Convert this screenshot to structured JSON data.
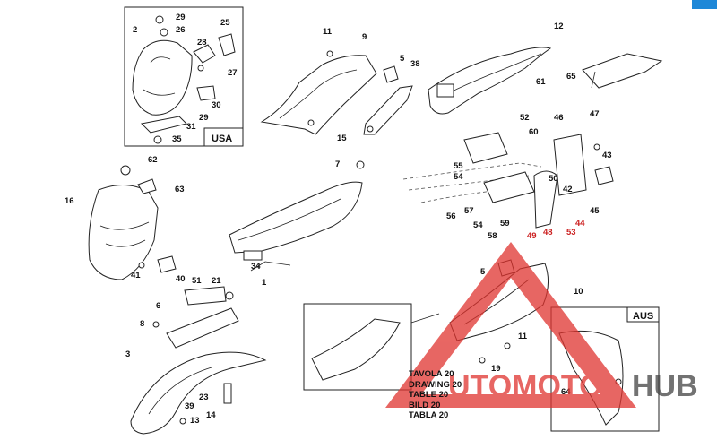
{
  "diagram": {
    "callouts": [
      "1",
      "2",
      "3",
      "5",
      "6",
      "7",
      "8",
      "9",
      "10",
      "11",
      "12",
      "13",
      "14",
      "15",
      "16",
      "19",
      "21",
      "23",
      "25",
      "26",
      "27",
      "28",
      "29",
      "30",
      "31",
      "34",
      "35",
      "38",
      "39",
      "40",
      "41",
      "42",
      "43",
      "44",
      "45",
      "46",
      "47",
      "48",
      "49",
      "50",
      "51",
      "52",
      "53",
      "54",
      "55",
      "56",
      "57",
      "58",
      "59",
      "60",
      "61",
      "62",
      "63",
      "64",
      "65"
    ],
    "regions": {
      "usa": "USA",
      "aus": "AUS"
    },
    "table_titles": [
      "TAVOLA 20",
      "DRAWING 20",
      "TABLE 20",
      "BILD 20",
      "TABLA 20"
    ]
  },
  "watermark": {
    "text_a": "UTOMOTO",
    "text_b": "HUB",
    "color": "#e0342f"
  },
  "colors": {
    "ink": "#222222",
    "accent_tab": "#1e88d8"
  }
}
